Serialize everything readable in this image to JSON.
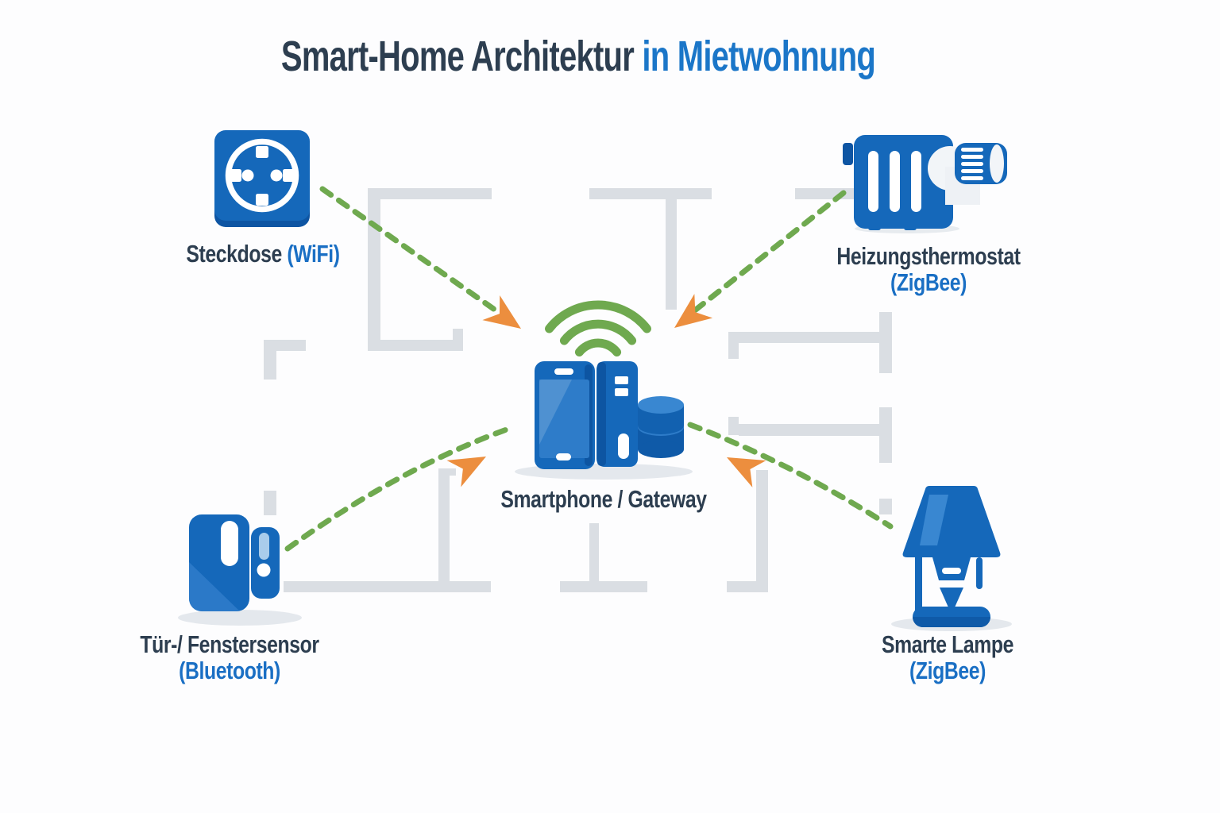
{
  "title": {
    "main": "Smart-Home Architektur",
    "highlight": "in Mietwohnung"
  },
  "center": {
    "label": "Smartphone / Gateway",
    "icon": "smartphone-gateway-icon",
    "signal_icon": "wifi-signal-icon"
  },
  "devices": [
    {
      "name": "Steckdose",
      "protocol": "(WiFi)",
      "icon": "power-outlet-icon",
      "position": "top-left"
    },
    {
      "name": "Heizungsthermostat",
      "protocol": "(ZigBee)",
      "icon": "radiator-thermostat-icon",
      "position": "top-right"
    },
    {
      "name": "Tür-/ Fenstersensor",
      "protocol": "(Bluetooth)",
      "icon": "door-window-sensor-icon",
      "position": "bottom-left"
    },
    {
      "name": "Smarte Lampe",
      "protocol": "(ZigBee)",
      "icon": "table-lamp-icon",
      "position": "bottom-right"
    }
  ],
  "connections": [
    {
      "from": "Steckdose",
      "to": "Smartphone / Gateway",
      "style": "dashed-green",
      "arrowhead": "orange",
      "direction": "to-center"
    },
    {
      "from": "Heizungsthermostat",
      "to": "Smartphone / Gateway",
      "style": "dashed-green",
      "arrowhead": "orange",
      "direction": "to-center"
    },
    {
      "from": "Tür-/ Fenstersensor",
      "to": "Smartphone / Gateway",
      "style": "dashed-green",
      "arrowhead": "orange",
      "direction": "to-center"
    },
    {
      "from": "Smarte Lampe",
      "to": "Smartphone / Gateway",
      "style": "dashed-green",
      "arrowhead": "orange",
      "direction": "to-center"
    }
  ],
  "background": "apartment-floorplan",
  "colors": {
    "heading_dark": "#2d3e50",
    "accent_blue": "#1b76c8",
    "device_blue": "#1568ba",
    "device_blue_dark": "#0d55a2",
    "device_blue_light": "#2e7cc9",
    "signal_green": "#6fa94f",
    "arrow_orange": "#ec8e3e",
    "wall_gray": "#dadee3",
    "shadow_gray": "#e4e8ed",
    "background": "#fdfdfe"
  }
}
